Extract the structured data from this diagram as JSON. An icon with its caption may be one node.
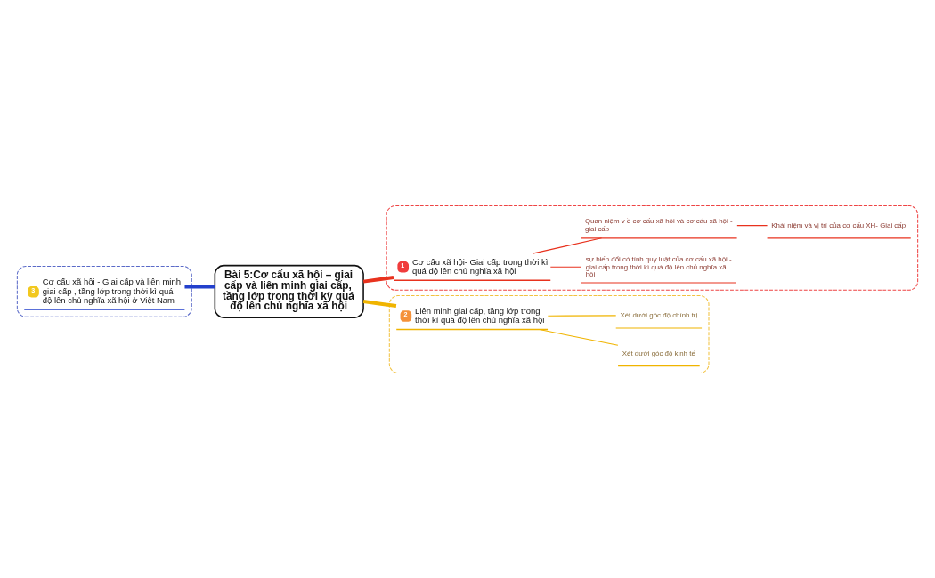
{
  "diagram": {
    "nodes": [
      {
        "text": [
          "Bài 5:Cơ cấu xã hội – giai cấp và liên minh giai cấp, tầng lớp trong thời kỳ quá độ lên chủ nghĩa xã hội"
        ]
      },
      {
        "text": [],
        "shape": "box"
      },
      {
        "text": [
          "1",
          "Cơ cấu xã hội- Giai cấp trong thời kì quá độ lên chủ nghĩa xã hội"
        ],
        "in": 1
      },
      {
        "text": [
          "Quan niệm v ề cơ cấu xã hội và cơ cấu xã hội - giai cấp"
        ],
        "in": 1
      },
      {
        "text": [
          "Khái niệm và vị trí của cơ cấu XH- Giai cấp"
        ],
        "in": 1
      },
      {
        "text": [
          "sự biến đổi có tính quy luật của cơ cấu xã hội - giai cấp trong thời kì quá độ lên chủ nghĩa xã hội"
        ],
        "in": 1
      },
      {
        "text": [],
        "shape": "box"
      },
      {
        "text": [
          "2",
          "Liên minh giai cấp, tầng lớp trong thời kì quá độ lên chủ nghĩa xã hội"
        ],
        "in": 6
      },
      {
        "text": [
          "Xét dưới góc độ chính trị"
        ],
        "in": 6
      },
      {
        "text": [
          "Xét dưới góc độ kinh tế"
        ],
        "in": 6
      },
      {
        "text": [],
        "shape": "box"
      },
      {
        "text": [
          "3",
          "Cơ cấu xã hội - Giai cấp và liên minh giai cấp , tầng lớp trong thời kì quá độ lên chủ nghĩa xã hội ở Việt Nam"
        ],
        "in": 10
      }
    ],
    "edges": [
      {
        "from": 0,
        "to": 2,
        "arrow": "none",
        "style": "thick"
      },
      {
        "from": 2,
        "to": 3,
        "arrow": "none"
      },
      {
        "from": 3,
        "to": 4,
        "arrow": "none"
      },
      {
        "from": 2,
        "to": 5,
        "arrow": "none"
      },
      {
        "from": 0,
        "to": 7,
        "arrow": "none",
        "style": "thick",
        "color": "#f0b400"
      },
      {
        "from": 7,
        "to": 8,
        "arrow": "none",
        "color": "#f0b400"
      },
      {
        "from": 7,
        "to": 9,
        "arrow": "none",
        "color": "#f0b400"
      },
      {
        "from": 0,
        "to": 11,
        "arrow": "none",
        "style": "thick",
        "color": "#2340cc"
      }
    ]
  }
}
